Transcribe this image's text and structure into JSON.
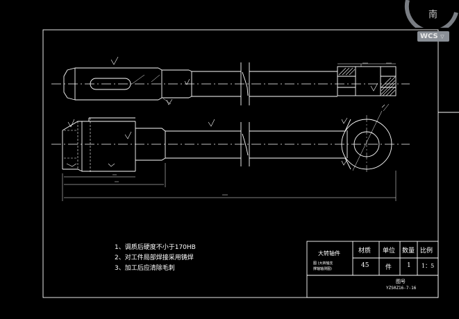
{
  "viewcube": {
    "compass_label": "南",
    "wcs_label": "WCS",
    "wcs_suffix": "▽"
  },
  "notes": [
    "1、调质后硬度不小于170HB",
    "2、对工件局部焊接采用铸焊",
    "3、加工后应清除毛刺"
  ],
  "title_block": {
    "part_name": "大转轴件",
    "drawing_subtitle_1": "图 (大转轴支",
    "drawing_subtitle_2": "撑轴轴测图)",
    "headers": {
      "material": "材质",
      "unit": "单位",
      "quantity": "数量",
      "scale": "比例"
    },
    "values": {
      "material": "45",
      "unit": "件",
      "quantity": "1",
      "scale": "1：5"
    },
    "drawing_no_label": "图号",
    "drawing_no": "YZS0Z16-7-16"
  }
}
